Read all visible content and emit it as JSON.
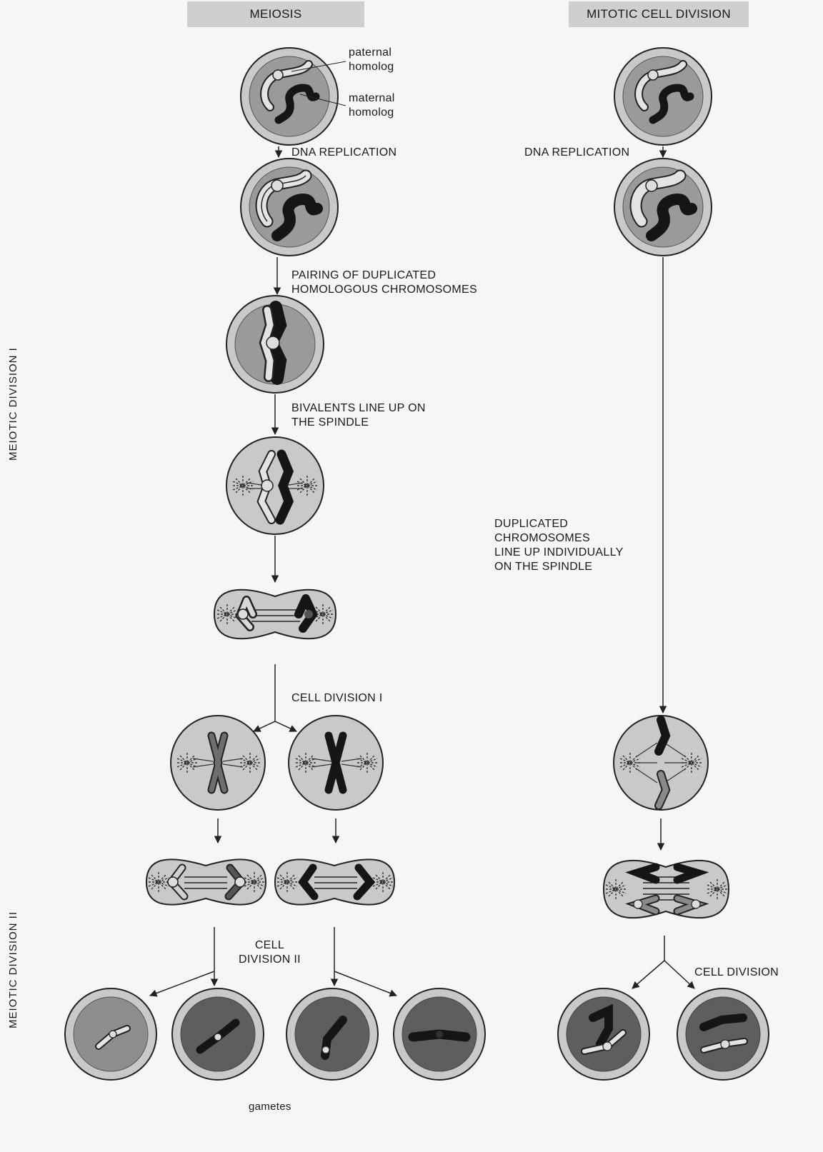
{
  "headers": {
    "meiosis": "MEIOSIS",
    "mitotic": "MITOTIC CELL DIVISION"
  },
  "side_labels": {
    "division_one": "MEIOTIC DIVISION I",
    "division_two": "MEIOTIC DIVISION II"
  },
  "labels": {
    "paternal_homolog": "paternal\nhomolog",
    "maternal_homolog": "maternal\nhomolog",
    "dna_replication_meiosis": "DNA REPLICATION",
    "dna_replication_mitosis": "DNA REPLICATION",
    "pairing": "PAIRING OF DUPLICATED\nHOMOLOGOUS CHROMOSOMES",
    "bivalents": "BIVALENTS LINE UP ON\nTHE SPINDLE",
    "duplicated": "DUPLICATED\nCHROMOSOMES\nLINE UP INDIVIDUALLY\nON THE SPINDLE",
    "cell_division_one": "CELL DIVISION I",
    "cell_division_two": "CELL\nDIVISION II",
    "cell_division": "CELL DIVISION",
    "gametes": "gametes"
  },
  "colors": {
    "cell_fill": "#c9c9c9",
    "nucleus_fill": "#8e8e8e",
    "dark_nucleus_fill": "#5e5e5e",
    "paternal": "#e3e3e3",
    "maternal": "#151515",
    "header_fill": "#cfcfcf"
  }
}
